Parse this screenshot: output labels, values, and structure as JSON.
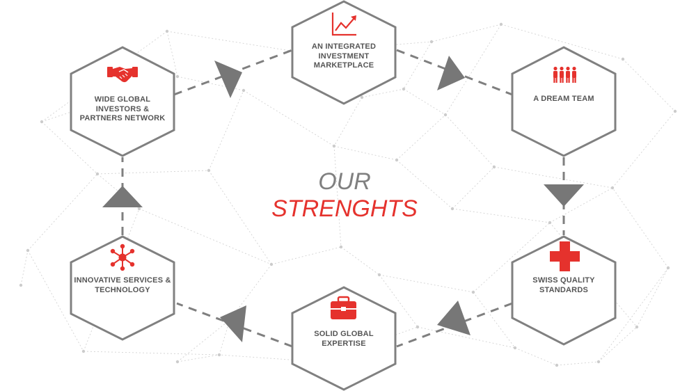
{
  "title": {
    "line1": "OUR",
    "line2": "STRENGHTS"
  },
  "colors": {
    "accent": "#e5322d",
    "hex_stroke": "#808080",
    "label": "#555555",
    "title_gray": "#808080",
    "network": "#d2d2d2"
  },
  "nodes": [
    {
      "label": "AN INTEGRATED INVESTMENT MARKETPLACE",
      "icon": "growth-chart-icon"
    },
    {
      "label": "A DREAM TEAM",
      "icon": "people-team-icon"
    },
    {
      "label": "SWISS QUALITY STANDARDS",
      "icon": "swiss-cross-icon"
    },
    {
      "label": "SOLID GLOBAL EXPERTISE",
      "icon": "briefcase-icon"
    },
    {
      "label": "INNOVATIVE SERVICES & TECHNOLOGY",
      "icon": "network-hub-icon"
    },
    {
      "label": "WIDE GLOBAL INVESTORS & PARTNERS NETWORK",
      "icon": "handshake-icon"
    }
  ]
}
